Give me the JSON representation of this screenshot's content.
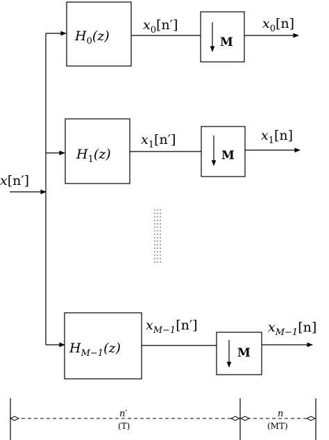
{
  "input_label": {
    "var": "x",
    "arg": "[n′]"
  },
  "branches": [
    {
      "filter": "H",
      "filter_sub": "0",
      "mid_sub": "0",
      "out_sub": "0",
      "mid_arg": "[n′]",
      "out_arg": "[n]",
      "decimator": "M"
    },
    {
      "filter": "H",
      "filter_sub": "1",
      "mid_sub": "1",
      "out_sub": "1",
      "mid_arg": "[n′]",
      "out_arg": "[n]",
      "decimator": "M"
    },
    {
      "filter": "H",
      "filter_sub": "M−1",
      "mid_sub": "M−1",
      "out_sub": "M−1",
      "mid_arg": "[n′]",
      "out_arg": "[n]",
      "decimator": "M"
    }
  ],
  "filter_arg": "(z)",
  "signal_var": "x",
  "timeline": {
    "left_label": "n′",
    "left_rate": "(T)",
    "right_label": "n",
    "right_rate": "(MT)"
  }
}
